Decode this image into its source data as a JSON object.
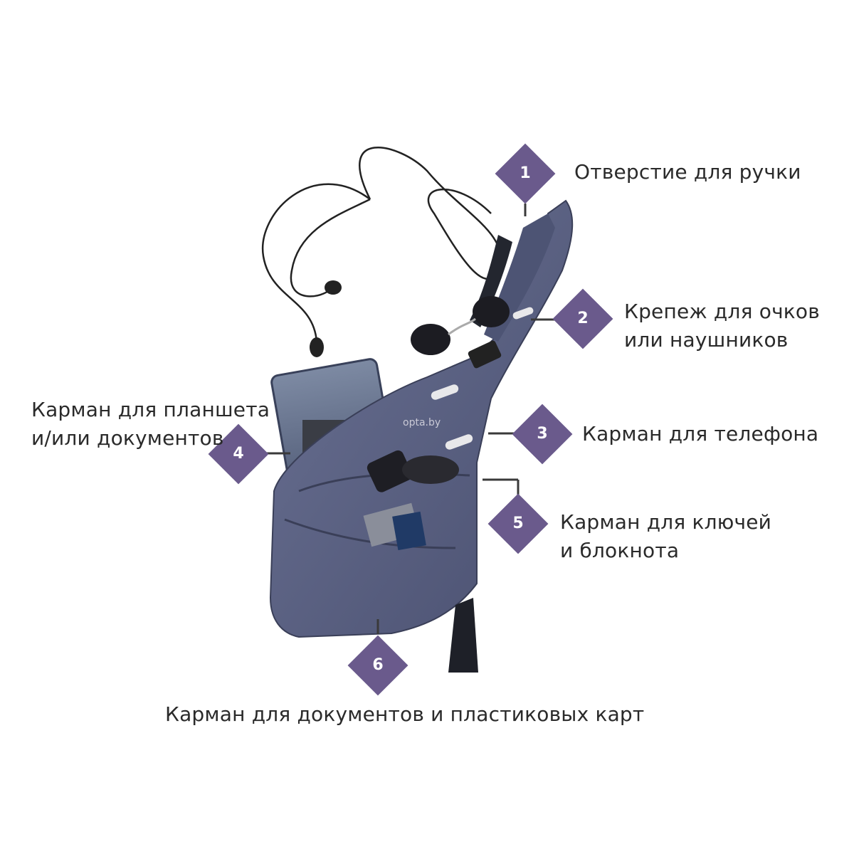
{
  "watermark": "opta.by",
  "colors": {
    "marker": "#6a5a8c",
    "bag": "#4f5678",
    "bag_light": "#6b7294",
    "strap": "#2c2f3e",
    "text": "#2a2a2a",
    "leader": "#3a3a3a"
  },
  "callouts": [
    {
      "number": "1",
      "lines": [
        "Отверстие для ручки"
      ]
    },
    {
      "number": "2",
      "lines": [
        "Крепеж для очков",
        "или наушников"
      ]
    },
    {
      "number": "3",
      "lines": [
        "Карман для телефона"
      ]
    },
    {
      "number": "4",
      "lines": [
        "Карман для планшета",
        "и/или документов"
      ]
    },
    {
      "number": "5",
      "lines": [
        "Карман для ключей",
        "и блокнота"
      ]
    },
    {
      "number": "6",
      "lines": [
        "Карман для документов и пластиковых карт"
      ]
    }
  ]
}
